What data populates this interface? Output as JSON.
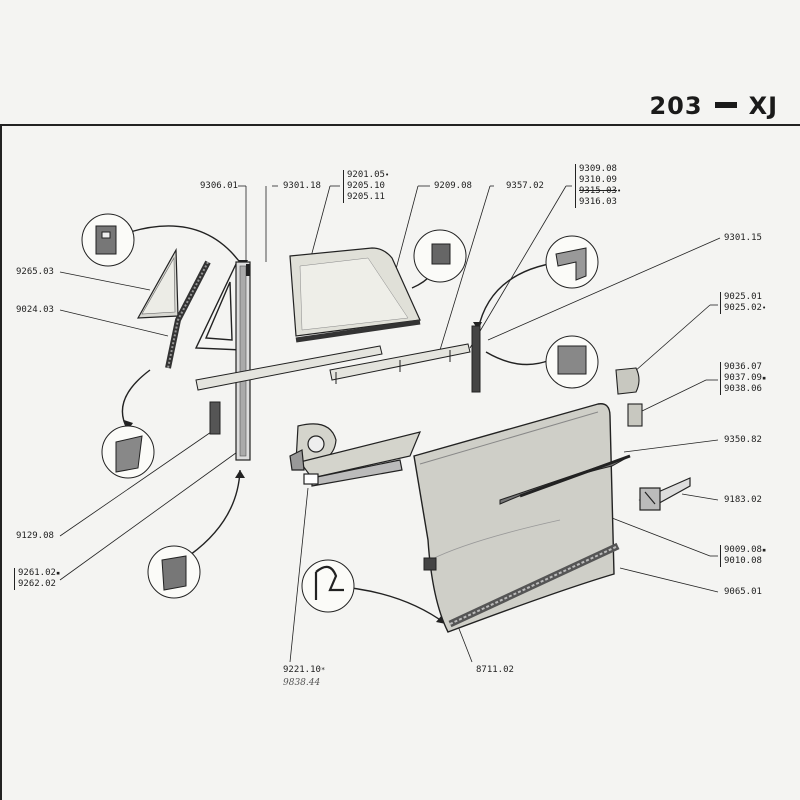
{
  "sheet": {
    "title_left": "203",
    "title_right": "XJ",
    "handwritten_note": "9838.44"
  },
  "refs": {
    "r9306_01": "9306.01",
    "r9301_18": "9301.18",
    "r9201_05": "9201.05",
    "r9205_10": "9205.10",
    "r9205_11": "9205.11",
    "r9209_08": "9209.08",
    "r9357_02": "9357.02",
    "r9309_08": "9309.08",
    "r9310_09": "9310.09",
    "r9315_03": "9315.03",
    "r9316_03": "9316.03",
    "r9301_15": "9301.15",
    "r9265_03": "9265.03",
    "r9024_03": "9024.03",
    "r9025_01": "9025.01",
    "r9025_02": "9025.02",
    "r9036_07": "9036.07",
    "r9037_09": "9037.09",
    "r9038_06": "9038.06",
    "r9350_82": "9350.82",
    "r9183_02": "9183.02",
    "r9009_08": "9009.08",
    "r9010_08": "9010.08",
    "r9065_01": "9065.01",
    "r9129_08": "9129.08",
    "r9261_02": "9261.02",
    "r9262_02": "9262.02",
    "r9221_10": "9221.10",
    "r8711_02": "8711.02"
  },
  "markers": {
    "dot": "•",
    "square": "▪",
    "asterisk": "*"
  }
}
